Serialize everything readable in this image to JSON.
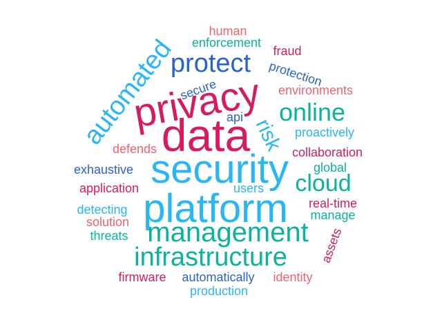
{
  "palette": {
    "red": "#d81b60",
    "blue": "#2a62c9",
    "cyan": "#29b6f6",
    "teal": "#0bb39b",
    "salmon": "#f06272"
  },
  "words": [
    {
      "text": "security",
      "color": "cyan"
    },
    {
      "text": "platform",
      "color": "cyan"
    },
    {
      "text": "data",
      "color": "red"
    },
    {
      "text": "privacy",
      "color": "red"
    },
    {
      "text": "management",
      "color": "teal"
    },
    {
      "text": "infrastructure",
      "color": "teal"
    },
    {
      "text": "automated",
      "color": "cyan"
    },
    {
      "text": "protect",
      "color": "blue"
    },
    {
      "text": "online",
      "color": "teal"
    },
    {
      "text": "cloud",
      "color": "teal"
    },
    {
      "text": "risk",
      "color": "cyan"
    },
    {
      "text": "human",
      "color": "salmon"
    },
    {
      "text": "enforcement",
      "color": "teal"
    },
    {
      "text": "fraud",
      "color": "red"
    },
    {
      "text": "protection",
      "color": "blue"
    },
    {
      "text": "secure",
      "color": "blue"
    },
    {
      "text": "environments",
      "color": "salmon"
    },
    {
      "text": "api",
      "color": "blue"
    },
    {
      "text": "proactively",
      "color": "cyan"
    },
    {
      "text": "defends",
      "color": "salmon"
    },
    {
      "text": "collaboration",
      "color": "red"
    },
    {
      "text": "exhaustive",
      "color": "blue"
    },
    {
      "text": "global",
      "color": "teal"
    },
    {
      "text": "application",
      "color": "red"
    },
    {
      "text": "users",
      "color": "cyan"
    },
    {
      "text": "detecting",
      "color": "cyan"
    },
    {
      "text": "real-time",
      "color": "red"
    },
    {
      "text": "manage",
      "color": "teal"
    },
    {
      "text": "solution",
      "color": "salmon"
    },
    {
      "text": "threats",
      "color": "teal"
    },
    {
      "text": "assets",
      "color": "red"
    },
    {
      "text": "firmware",
      "color": "red"
    },
    {
      "text": "automatically",
      "color": "blue"
    },
    {
      "text": "identity",
      "color": "salmon"
    },
    {
      "text": "production",
      "color": "cyan"
    }
  ]
}
